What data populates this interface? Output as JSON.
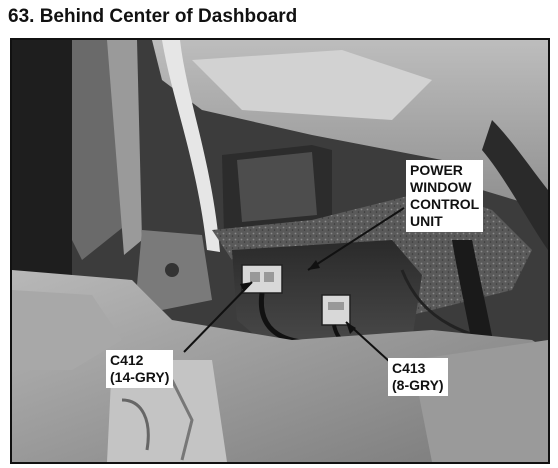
{
  "heading": "63. Behind Center of Dashboard",
  "callouts": {
    "power_window": [
      "POWER",
      "WINDOW",
      "CONTROL",
      "UNIT"
    ],
    "c412": [
      "C412",
      "(14-GRY)"
    ],
    "c413": [
      "C413",
      "(8-GRY)"
    ]
  }
}
